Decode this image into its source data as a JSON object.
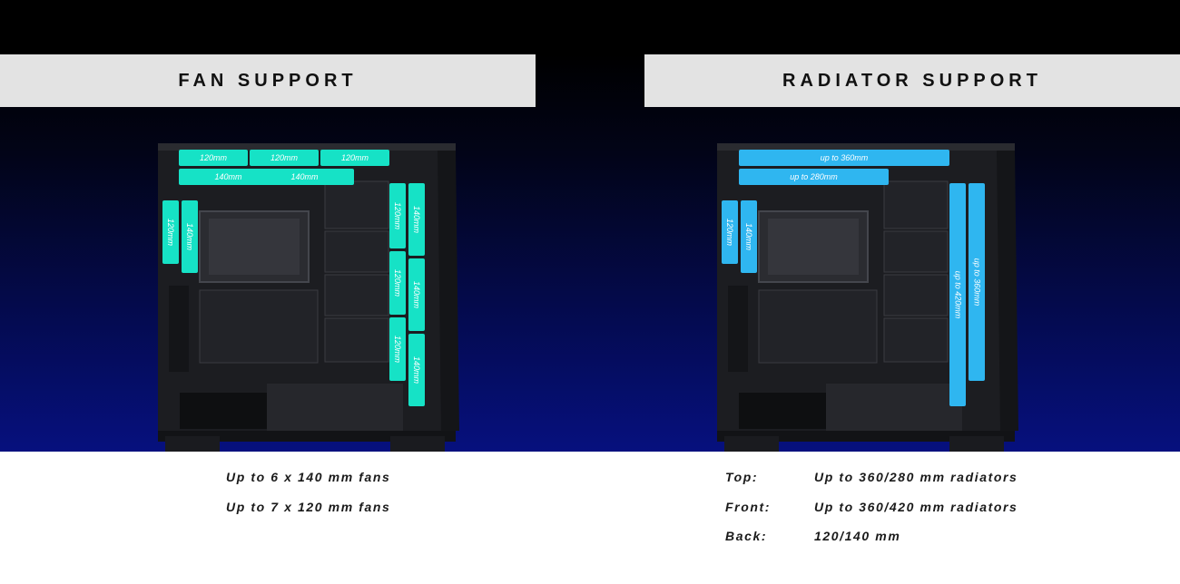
{
  "fan_section": {
    "title": "FAN SUPPORT",
    "chip_labels": {
      "top_row_1": [
        "120mm",
        "120mm",
        "120mm"
      ],
      "top_row_2": [
        "140mm",
        "140mm"
      ],
      "rear": [
        "120mm",
        "140mm"
      ],
      "front_inner": [
        "120mm",
        "120mm",
        "120mm"
      ],
      "front_outer": [
        "140mm",
        "140mm",
        "140mm"
      ]
    },
    "specs": [
      "Up to 6 x 140 mm fans",
      "Up to 7 x 120 mm fans"
    ]
  },
  "radiator_section": {
    "title": "RADIATOR SUPPORT",
    "chip_labels": {
      "top_long": "up to 360mm",
      "top_short": "up to 280mm",
      "rear": [
        "120mm",
        "140mm"
      ],
      "front_inner": "up to 420mm",
      "front_outer": "up to 360mm"
    },
    "specs": [
      {
        "label": "Top:",
        "value": "Up to 360/280 mm radiators"
      },
      {
        "label": "Front:",
        "value": "Up to 360/420 mm radiators"
      },
      {
        "label": "Back:",
        "value": "120/140 mm"
      }
    ]
  },
  "colors": {
    "fan_chip": "#16e2c6",
    "radiator_chip": "#2fb6f0",
    "title_bar": "#e3e3e3",
    "background_top": "#000000",
    "background_bottom": "#06107e"
  }
}
